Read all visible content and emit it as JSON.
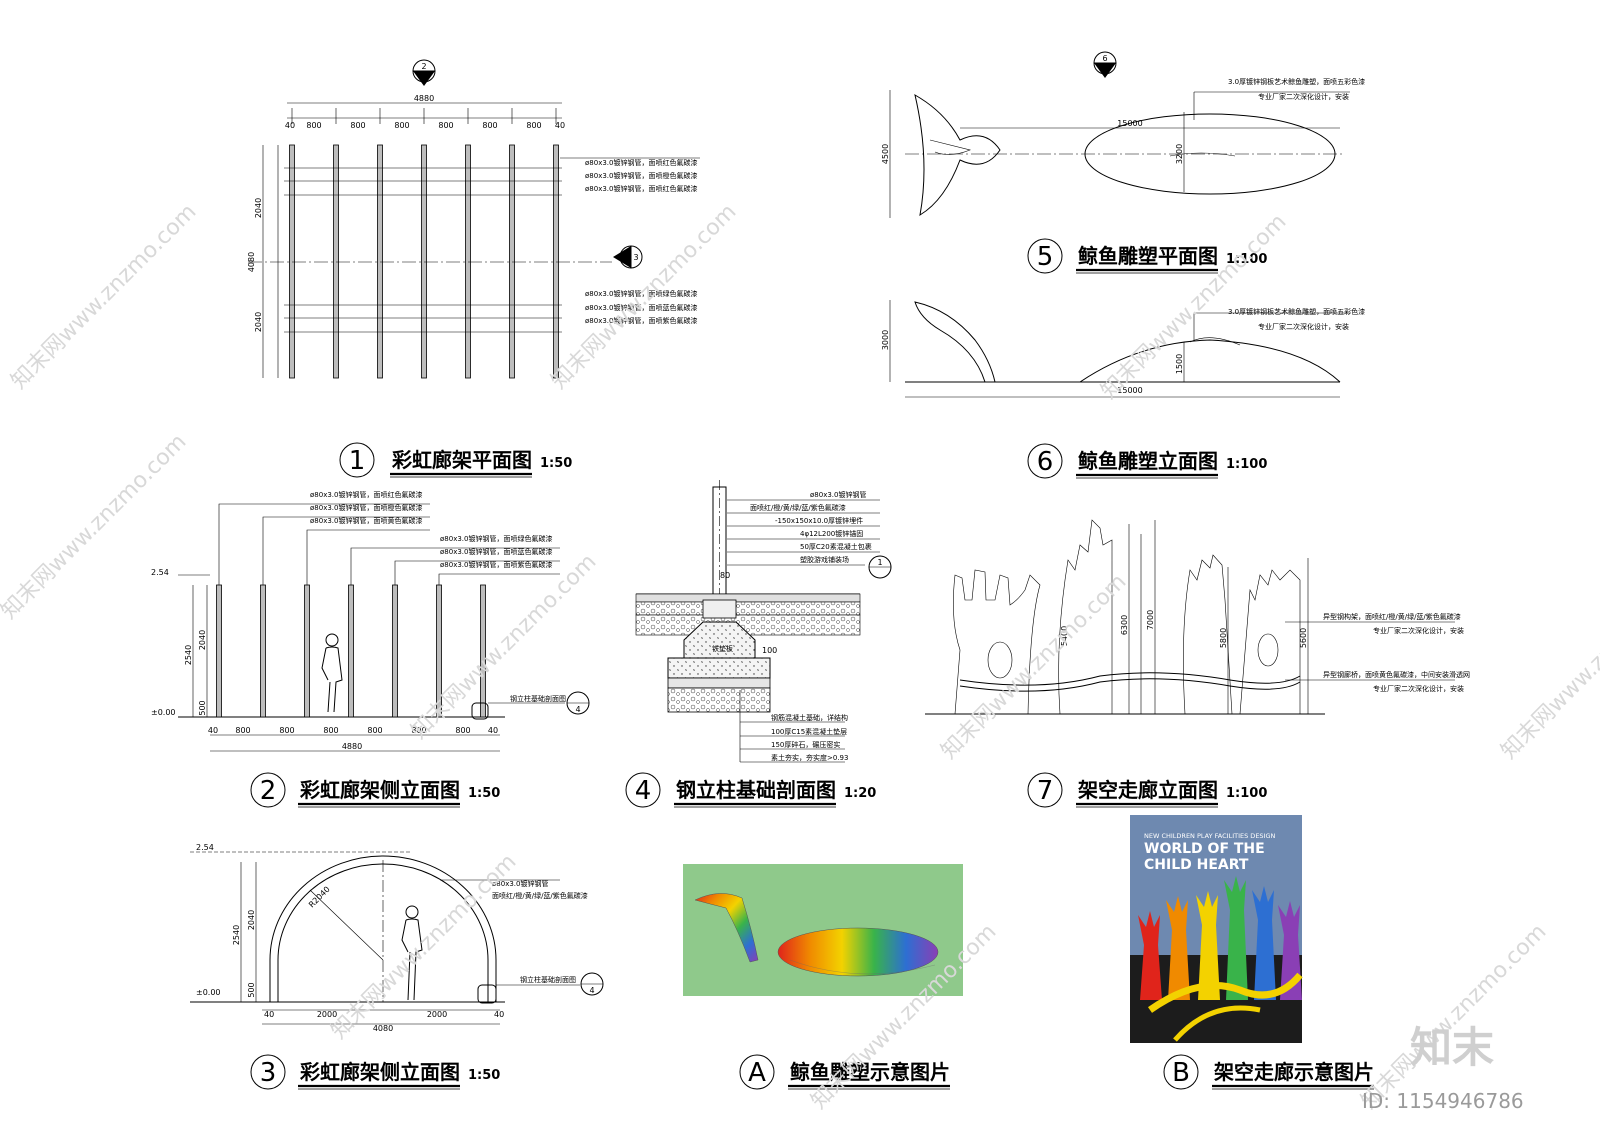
{
  "drawings": {
    "d1": {
      "num": "1",
      "title": "彩虹廊架平面图",
      "scale": "1:50",
      "dims_top": [
        "40",
        "800",
        "800",
        "800",
        "800",
        "800",
        "800",
        "40"
      ],
      "total": "4880",
      "left_dims": [
        "2040",
        "2040"
      ],
      "left_total": "4080",
      "section_marker": "3",
      "notes_upper": [
        "ø80x3.0镀锌钢管，面喷红色氟碳漆",
        "ø80x3.0镀锌钢管，面喷橙色氟碳漆",
        "ø80x3.0镀锌钢管，面喷红色氟碳漆"
      ],
      "notes_lower": [
        "ø80x3.0镀锌钢管，面喷绿色氟碳漆",
        "ø80x3.0镀锌钢管，面喷蓝色氟碳漆",
        "ø80x3.0镀锌钢管，面喷紫色氟碳漆"
      ]
    },
    "d2": {
      "num": "2",
      "title": "彩虹廊架侧立面图",
      "scale": "1:50",
      "level_top": "2.54",
      "level_base": "±0.00",
      "left_dims": [
        "500",
        "2040"
      ],
      "left_total": "2540",
      "dims_bottom": [
        "40",
        "800",
        "800",
        "800",
        "800",
        "800",
        "800",
        "40"
      ],
      "total": "4880",
      "notes": [
        "ø80x3.0镀锌钢管，面喷红色氟碳漆",
        "ø80x3.0镀锌钢管，面喷橙色氟碳漆",
        "ø80x3.0镀锌钢管，面喷黄色氟碳漆",
        "ø80x3.0镀锌钢管，面喷绿色氟碳漆",
        "ø80x3.0镀锌钢管，面喷蓝色氟碳漆",
        "ø80x3.0镀锌钢管，面喷紫色氟碳漆"
      ],
      "ref_note": "钢立柱基础剖面图",
      "ref_num": "4"
    },
    "d3": {
      "num": "3",
      "title": "彩虹廊架侧立面图",
      "scale": "1:50",
      "level_top": "2.54",
      "level_base": "±0.00",
      "left_dims": [
        "500",
        "2040"
      ],
      "left_total": "2540",
      "radius": "R2040",
      "dims_bottom": [
        "40",
        "2000",
        "2000",
        "40"
      ],
      "total": "4080",
      "notes": [
        "ø80x3.0镀锌钢管",
        "面喷红/橙/黄/绿/蓝/紫色氟碳漆"
      ],
      "ref_note": "钢立柱基础剖面图",
      "ref_num": "4"
    },
    "d4": {
      "num": "4",
      "title": "钢立柱基础剖面图",
      "scale": "1:20",
      "notes_top": [
        "ø80x3.0镀锌钢管",
        "面喷红/橙/黄/绿/蓝/紫色氟碳漆",
        "-150x150x10.0厚镀锌埋件",
        "4φ12L200镀锌锚固",
        "50厚C20素混凝土包裹",
        "塑胶游戏铺装场"
      ],
      "ref_num": "1",
      "notes_bottom": [
        "钢筋混凝土基础，详结构",
        "100厚C15素混凝土垫层",
        "150厚碎石，碾压密实",
        "素土夯实，夯实度>0.93"
      ],
      "dims": [
        "80",
        "100"
      ],
      "inner_label": "铁垫板"
    },
    "d5": {
      "num": "5",
      "title": "鲸鱼雕塑平面图",
      "scale": "1:100",
      "section_marker": "6",
      "dims": [
        "15000",
        "3200",
        "4500"
      ],
      "notes": [
        "3.0厚镀锌钢板艺术鲸鱼雕塑，面喷五彩色漆",
        "专业厂家二次深化设计，安装"
      ]
    },
    "d6": {
      "num": "6",
      "title": "鲸鱼雕塑立面图",
      "scale": "1:100",
      "dims": [
        "3000",
        "1500",
        "15000"
      ],
      "notes": [
        "3.0厚镀锌钢板艺术鲸鱼雕塑，面喷五彩色漆",
        "专业厂家二次深化设计，安装"
      ]
    },
    "d7": {
      "num": "7",
      "title": "架空走廊立面图",
      "scale": "1:100",
      "dims": [
        "5400",
        "6300",
        "7000",
        "5800",
        "5600"
      ],
      "notes": [
        "异型钢构架，面喷红/橙/黄/绿/蓝/紫色氟碳漆",
        "专业厂家二次深化设计，安装",
        "异型钢廊桥，面喷黄色氟碳漆，中间安装滑透网",
        "专业厂家二次深化设计，安装"
      ]
    },
    "dA": {
      "num": "A",
      "title": "鲸鱼雕塑示意图片"
    },
    "dB": {
      "num": "B",
      "title": "架空走廊示意图片",
      "book_sub": "NEW CHILDREN PLAY FACILITIES DESIGN",
      "book_title1": "WORLD OF THE",
      "book_title2": "CHILD HEART"
    }
  },
  "watermark": {
    "logo": "知末",
    "id": "ID: 1154946786",
    "text": "知末网www.znzmo.com"
  },
  "colors": {
    "ground_green": "#8fc98b",
    "book_bg": "#6e89b0",
    "book_ground": "#1c1c1c",
    "rainbow": [
      "#e0241b",
      "#f08a00",
      "#f3d200",
      "#39b34a",
      "#2d6fd2",
      "#8a3fb5"
    ]
  }
}
